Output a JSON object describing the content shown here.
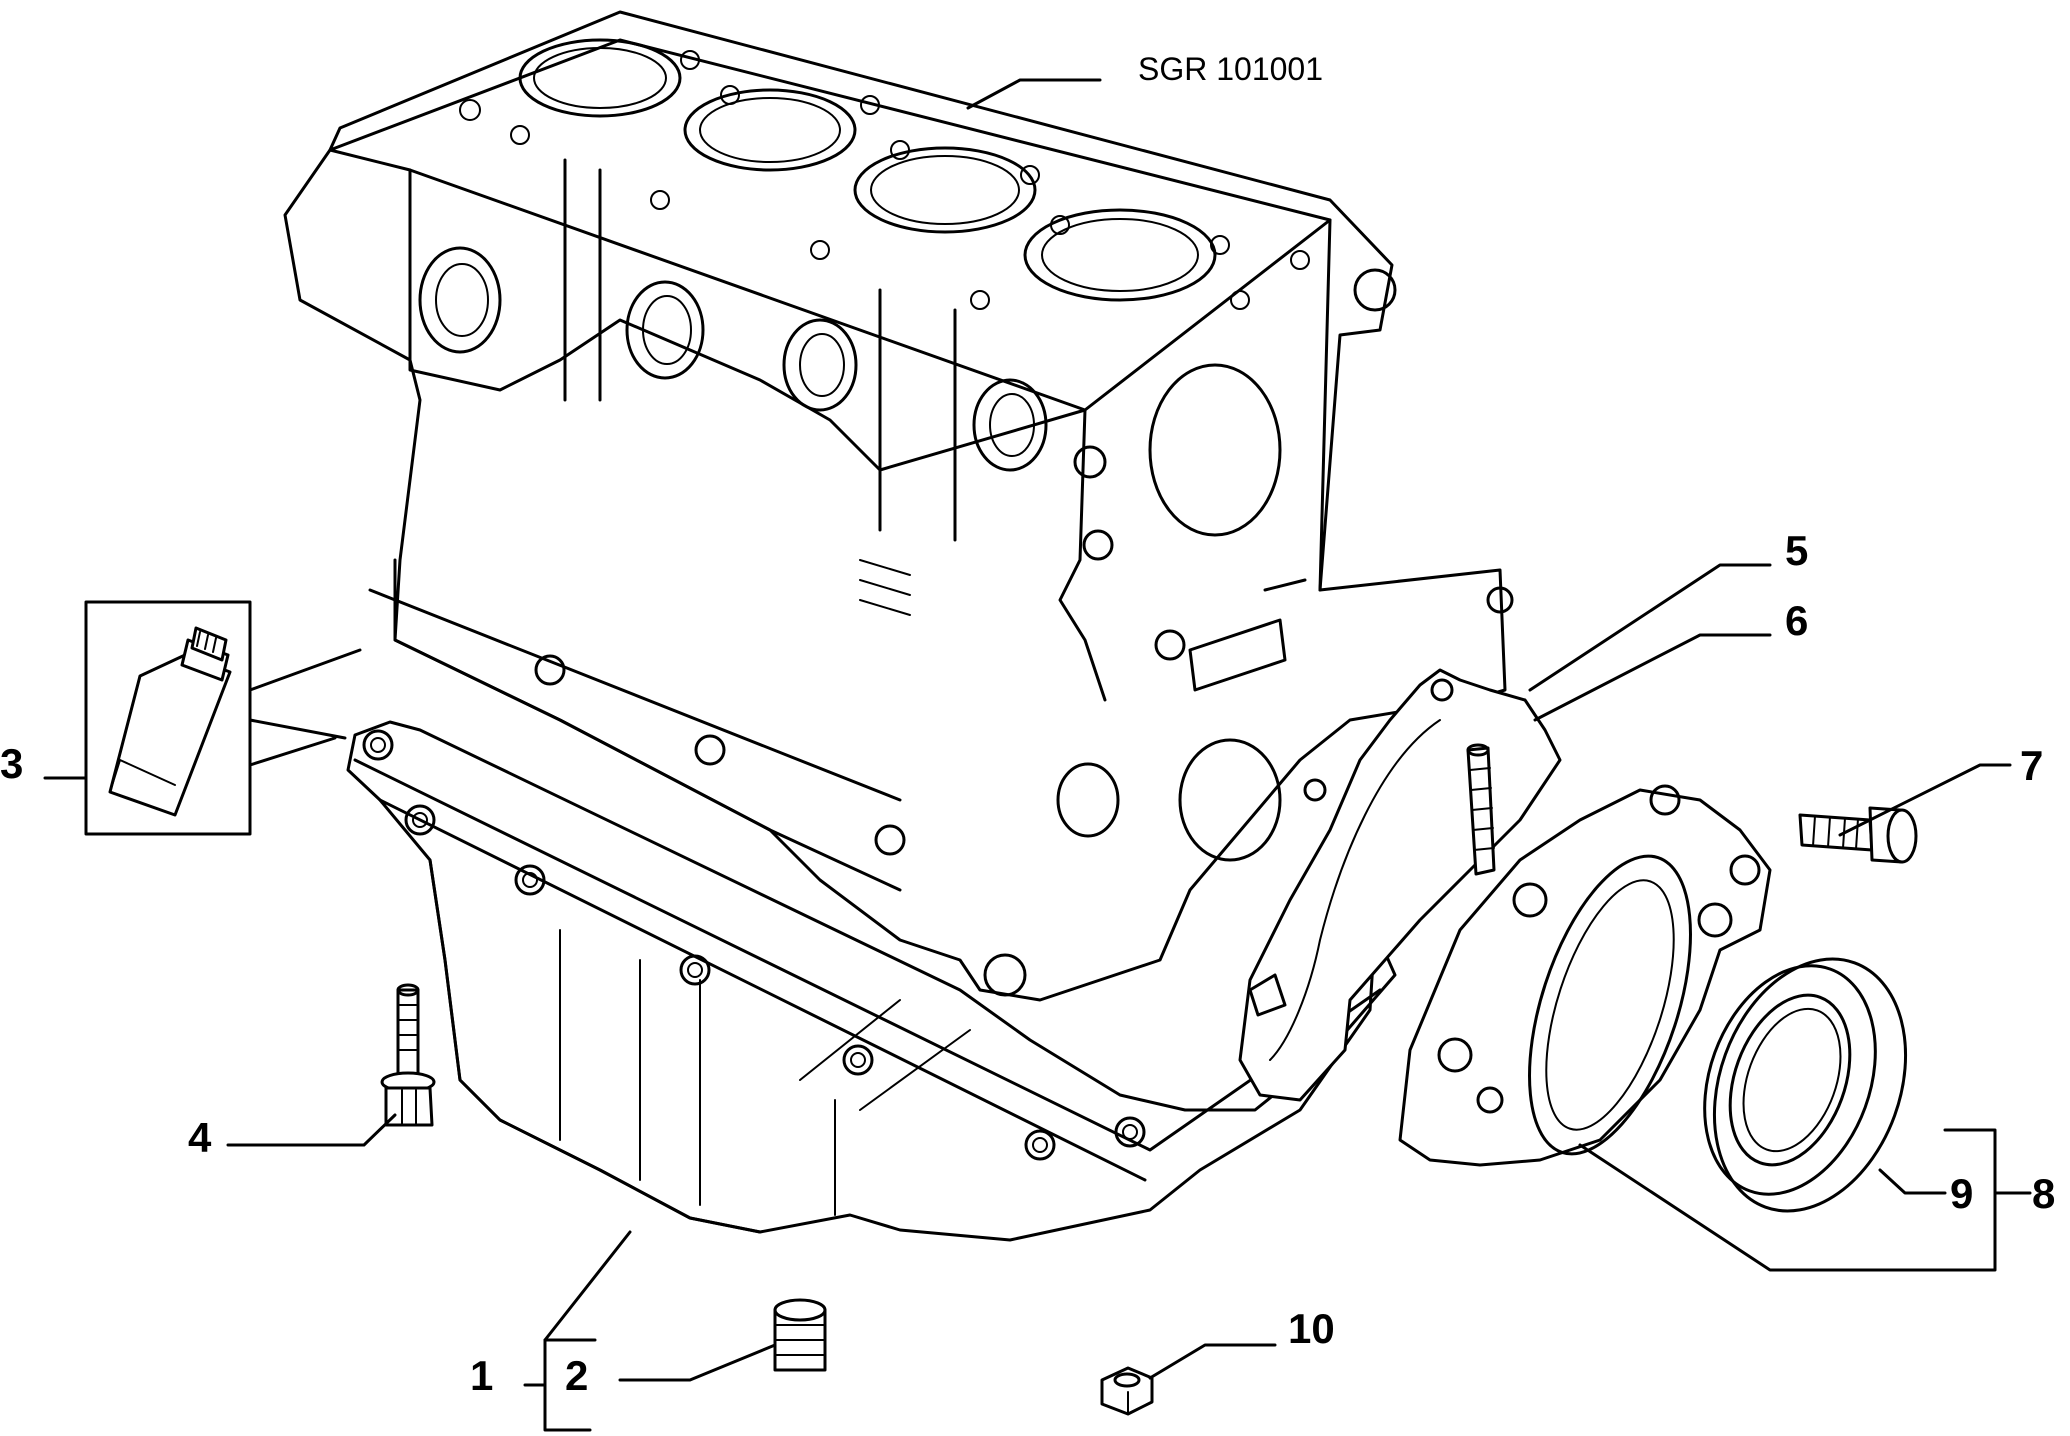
{
  "drawing": {
    "reference_code": "SGR 101001",
    "callouts": [
      {
        "id": "c1",
        "text": "1"
      },
      {
        "id": "c2",
        "text": "2"
      },
      {
        "id": "c3",
        "text": "3"
      },
      {
        "id": "c4",
        "text": "4"
      },
      {
        "id": "c5",
        "text": "5"
      },
      {
        "id": "c6",
        "text": "6"
      },
      {
        "id": "c7",
        "text": "7"
      },
      {
        "id": "c8",
        "text": "8"
      },
      {
        "id": "c9",
        "text": "9"
      },
      {
        "id": "c10",
        "text": "10"
      }
    ]
  }
}
